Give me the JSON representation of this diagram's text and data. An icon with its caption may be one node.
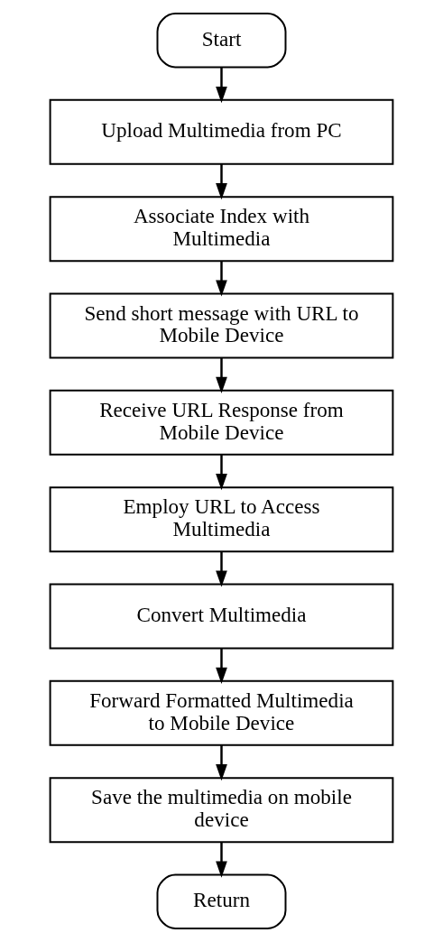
{
  "diagram": {
    "nodes": [
      {
        "text": [
          "Start"
        ]
      },
      {
        "text": [
          "Upload Multimedia from PC"
        ]
      },
      {
        "text": [
          "Associate Index with Multimedia"
        ]
      },
      {
        "text": [
          "Send short message with URL to Mobile Device"
        ]
      },
      {
        "text": [
          "Receive URL Response from Mobile Device"
        ]
      },
      {
        "text": [
          "Employ URL to Access Multimedia"
        ]
      },
      {
        "text": [
          "Convert Multimedia"
        ]
      },
      {
        "text": [
          "Forward Formatted Multimedia to Mobile Device"
        ]
      },
      {
        "text": [
          "Save the multimedia on mobile device"
        ]
      },
      {
        "text": [
          "Return"
        ]
      }
    ],
    "edges": [
      {
        "from": 0,
        "to": 1,
        "arrow": "to"
      },
      {
        "from": 1,
        "to": 2,
        "arrow": "to"
      },
      {
        "from": 2,
        "to": 3,
        "arrow": "to"
      },
      {
        "from": 3,
        "to": 4,
        "arrow": "to"
      },
      {
        "from": 4,
        "to": 5,
        "arrow": "to"
      },
      {
        "from": 5,
        "to": 6,
        "arrow": "to"
      },
      {
        "from": 6,
        "to": 7,
        "arrow": "to"
      },
      {
        "from": 7,
        "to": 8,
        "arrow": "to"
      },
      {
        "from": 8,
        "to": 9,
        "arrow": "to"
      }
    ]
  }
}
